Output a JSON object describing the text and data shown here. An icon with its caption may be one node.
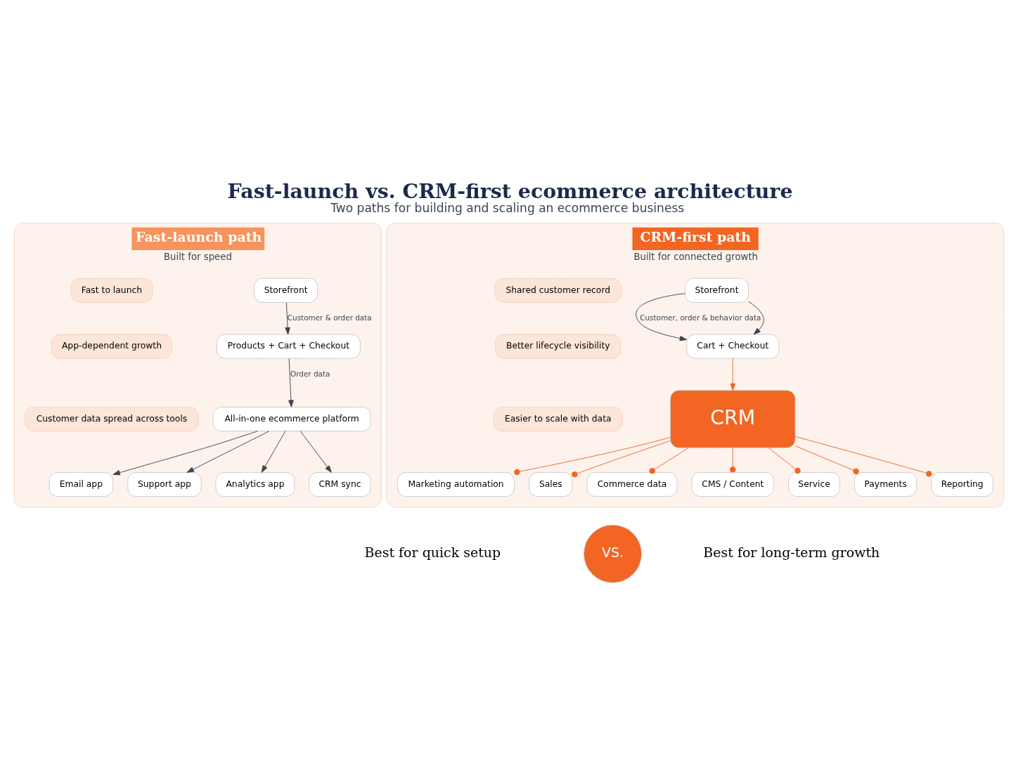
{
  "diagram": {
    "title": "Fast-launch vs. CRM-first ecommerce architecture",
    "caption": "Two paths for building and scaling an ecommerce business",
    "nodes": [
      {
        "text": [
          "Fast-launch path",
          "Built for speed"
        ]
      },
      {
        "text": [
          "Storefront"
        ],
        "in": 0
      },
      {
        "text": [
          "Products + Cart + Checkout"
        ],
        "in": 0
      },
      {
        "text": [
          "All-in-one ecommerce platform"
        ],
        "in": 0
      },
      {
        "text": [
          "Email app"
        ],
        "in": 0
      },
      {
        "text": [
          "Support app"
        ],
        "in": 0
      },
      {
        "text": [
          "Analytics app"
        ],
        "in": 0
      },
      {
        "text": [
          "CRM sync"
        ],
        "in": 0
      },
      {
        "text": [
          "Fast to launch"
        ],
        "in": 0
      },
      {
        "text": [
          "App-dependent growth"
        ],
        "in": 0
      },
      {
        "text": [
          "Customer data spread across tools"
        ],
        "in": 0
      },
      {
        "text": [
          "CRM-first path",
          "Built for connected growth"
        ]
      },
      {
        "text": [
          "Storefront"
        ],
        "in": 11
      },
      {
        "text": [
          "Cart + Checkout"
        ],
        "in": 11
      },
      {
        "text": [
          "CRM"
        ],
        "in": 11
      },
      {
        "text": [
          "Marketing automation"
        ],
        "in": 11
      },
      {
        "text": [
          "Sales"
        ],
        "in": 11
      },
      {
        "text": [
          "Commerce data"
        ],
        "in": 11
      },
      {
        "text": [
          "CMS / Content"
        ],
        "in": 11
      },
      {
        "text": [
          "Service"
        ],
        "in": 11
      },
      {
        "text": [
          "Payments"
        ],
        "in": 11
      },
      {
        "text": [
          "Reporting"
        ],
        "in": 11
      },
      {
        "text": [
          "Shared customer record"
        ],
        "in": 11
      },
      {
        "text": [
          "Better lifecycle visibility"
        ],
        "in": 11
      },
      {
        "text": [
          "Easier to scale with data"
        ],
        "in": 11
      },
      {
        "text": [
          "Best for quick setup"
        ]
      },
      {
        "text": [
          "VS."
        ]
      },
      {
        "text": [
          "Best for long-term growth"
        ]
      }
    ],
    "edges": [
      {
        "from": 1,
        "to": 2,
        "arrow": "to",
        "label": "Customer & order data"
      },
      {
        "from": 2,
        "to": 3,
        "arrow": "to",
        "label": "Order data"
      },
      {
        "from": 3,
        "to": 4,
        "arrow": "to"
      },
      {
        "from": 3,
        "to": 5,
        "arrow": "to"
      },
      {
        "from": 3,
        "to": 6,
        "arrow": "to"
      },
      {
        "from": 3,
        "to": 7,
        "arrow": "to"
      },
      {
        "from": 12,
        "to": 13,
        "arrow": "to",
        "label": "Customer, order & behavior data"
      },
      {
        "from": 12,
        "to": 13,
        "arrow": "to"
      },
      {
        "from": 13,
        "to": 14,
        "arrow": "to",
        "color": "#f26522"
      },
      {
        "from": 14,
        "to": 15,
        "arrow": "other",
        "color": "#f26522"
      },
      {
        "from": 14,
        "to": 16,
        "arrow": "other",
        "color": "#f26522"
      },
      {
        "from": 14,
        "to": 17,
        "arrow": "other",
        "color": "#f26522"
      },
      {
        "from": 14,
        "to": 18,
        "arrow": "other",
        "color": "#f26522"
      },
      {
        "from": 14,
        "to": 19,
        "arrow": "other",
        "color": "#f26522"
      },
      {
        "from": 14,
        "to": 20,
        "arrow": "other",
        "color": "#f26522"
      },
      {
        "from": 14,
        "to": 21,
        "arrow": "other",
        "color": "#f26522"
      }
    ]
  }
}
